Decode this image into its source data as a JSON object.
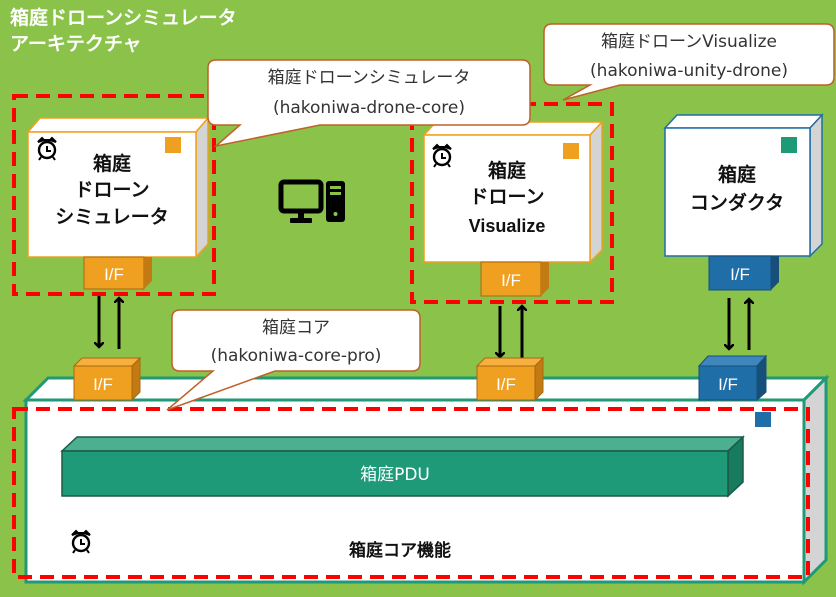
{
  "title": {
    "line1": "箱庭ドローンシミュレータ",
    "line2": "アーキテクチャ"
  },
  "colors": {
    "background": "#8bc34a",
    "dashed_border": "#ff0000",
    "orange_if": "#f0a020",
    "blue_if": "#1f6ea8",
    "teal": "#1e9a78",
    "callout_border": "#c0602a"
  },
  "callouts": {
    "drone_core": {
      "line1": "箱庭ドローンシミュレータ",
      "line2": "(hakoniwa-drone-core)"
    },
    "unity_drone": {
      "line1": "箱庭ドローンVisualize",
      "line2": "(hakoniwa-unity-drone)"
    },
    "core_pro": {
      "line1": "箱庭コア",
      "line2": "(hakoniwa-core-pro)"
    }
  },
  "boxes": {
    "simulator": {
      "line1": "箱庭",
      "line2": "ドローン",
      "line3": "シミュレータ",
      "icon": "alarm-clock-icon"
    },
    "visualize": {
      "line1": "箱庭",
      "line2": "ドローン",
      "line3": "Visualize",
      "icon": "alarm-clock-icon"
    },
    "conductor": {
      "line1": "箱庭",
      "line2": "コンダクタ"
    }
  },
  "interfaces": {
    "label": "I/F"
  },
  "computer_icon": "desktop-computer-icon",
  "core": {
    "pdu_label": "箱庭PDU",
    "function_label": "箱庭コア機能",
    "icon": "alarm-clock-icon"
  }
}
